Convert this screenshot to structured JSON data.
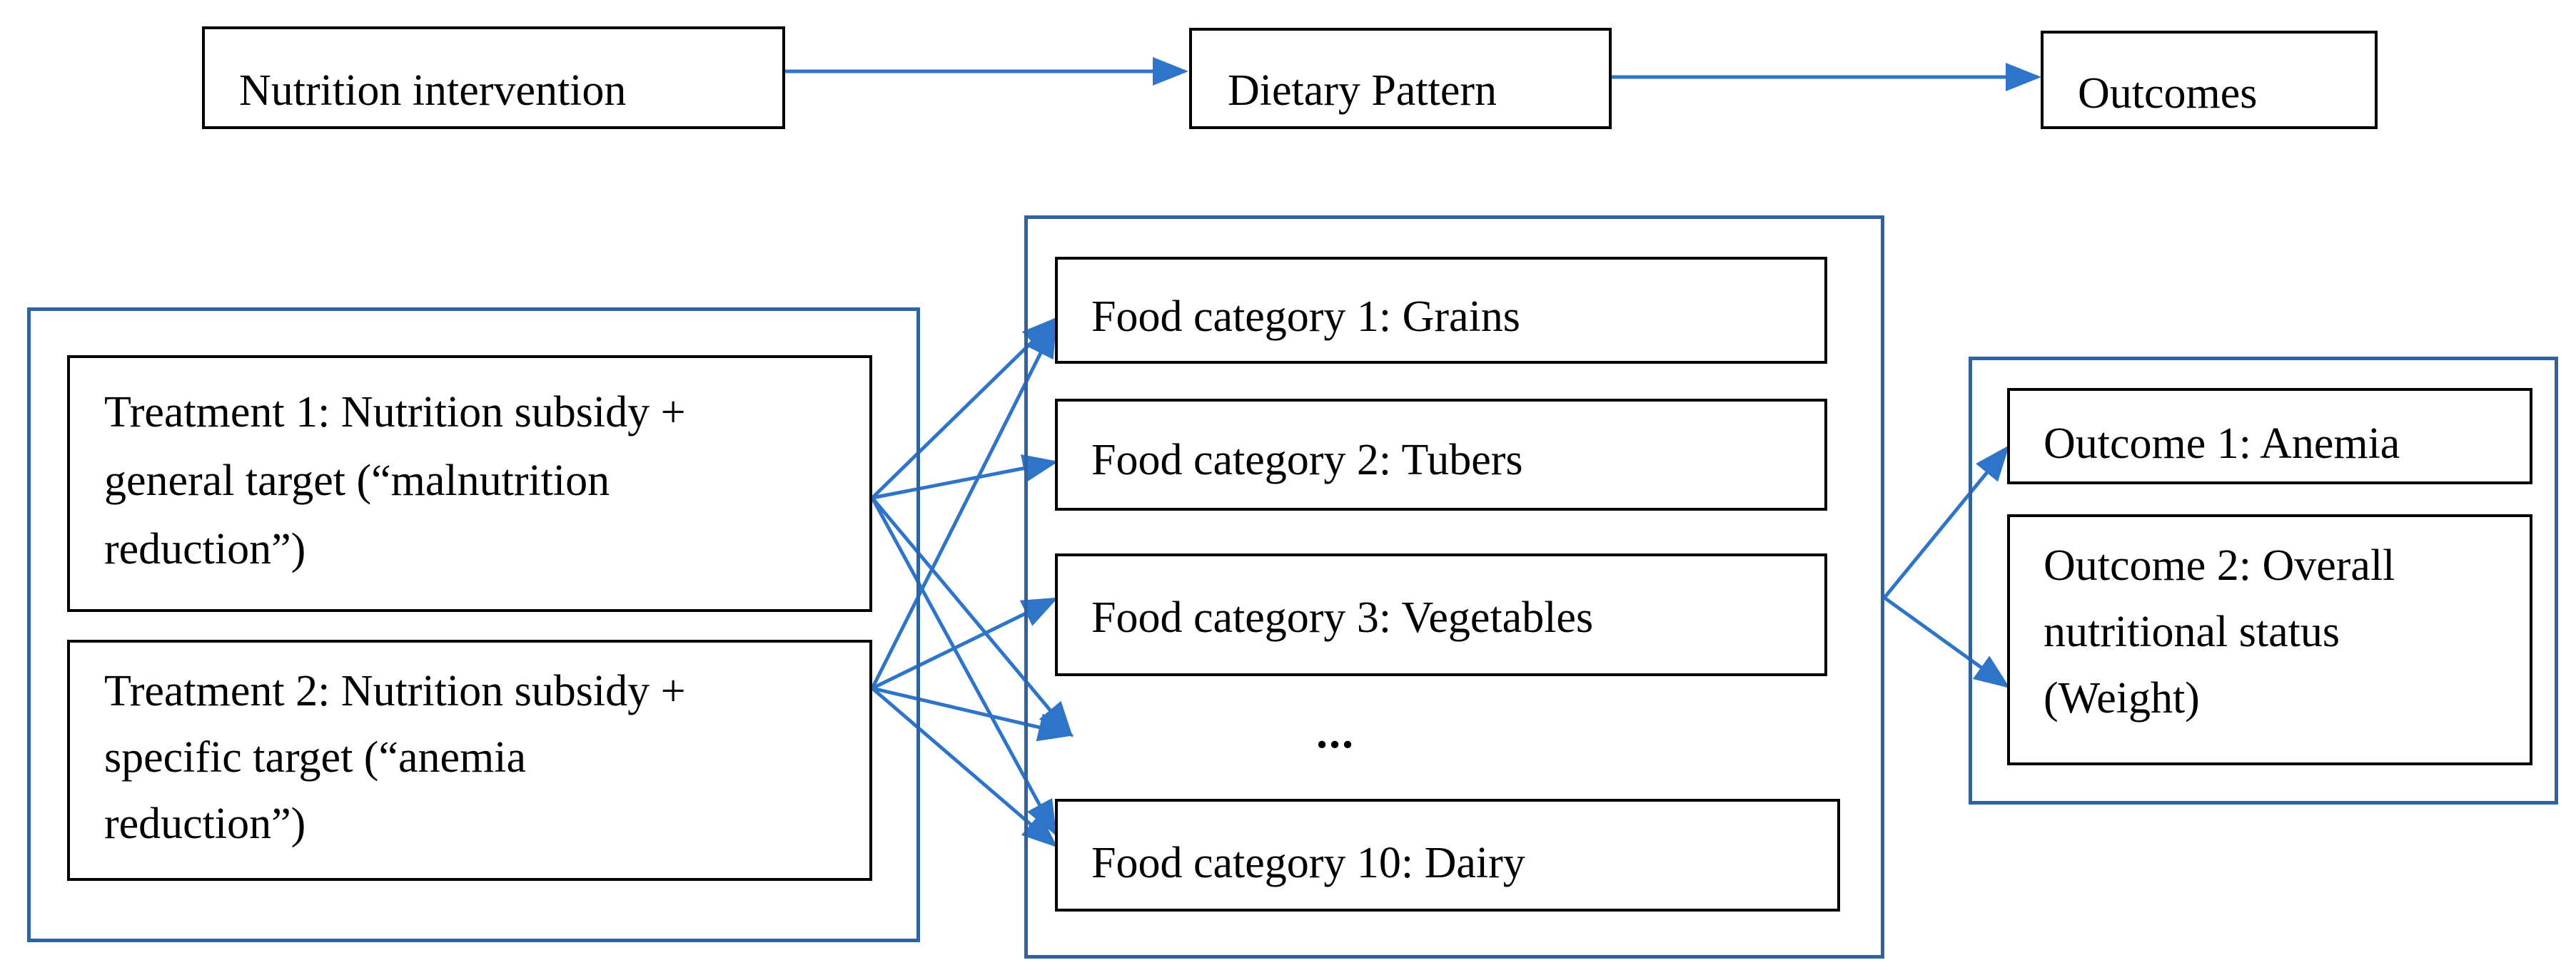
{
  "header": {
    "intervention": "Nutrition intervention",
    "dietary_pattern": "Dietary Pattern",
    "outcomes": "Outcomes"
  },
  "treatments": [
    {
      "lines": [
        "Treatment 1: Nutrition subsidy +",
        "general target (“malnutrition",
        "reduction”)"
      ]
    },
    {
      "lines": [
        "Treatment 2: Nutrition subsidy +",
        "specific target (“anemia",
        "reduction”)"
      ]
    }
  ],
  "food_categories": [
    "Food category 1: Grains",
    "Food category 2: Tubers",
    "Food category 3: Vegetables",
    "Food category 10: Dairy"
  ],
  "ellipsis": "...",
  "outcomes": [
    {
      "lines": [
        "Outcome 1: Anemia"
      ]
    },
    {
      "lines": [
        "Outcome 2: Overall",
        "nutritional status",
        "(Weight)"
      ]
    }
  ],
  "colors": {
    "arrow": "#2e75c9",
    "group_border": "#2f62a5",
    "box_border": "#000000"
  }
}
